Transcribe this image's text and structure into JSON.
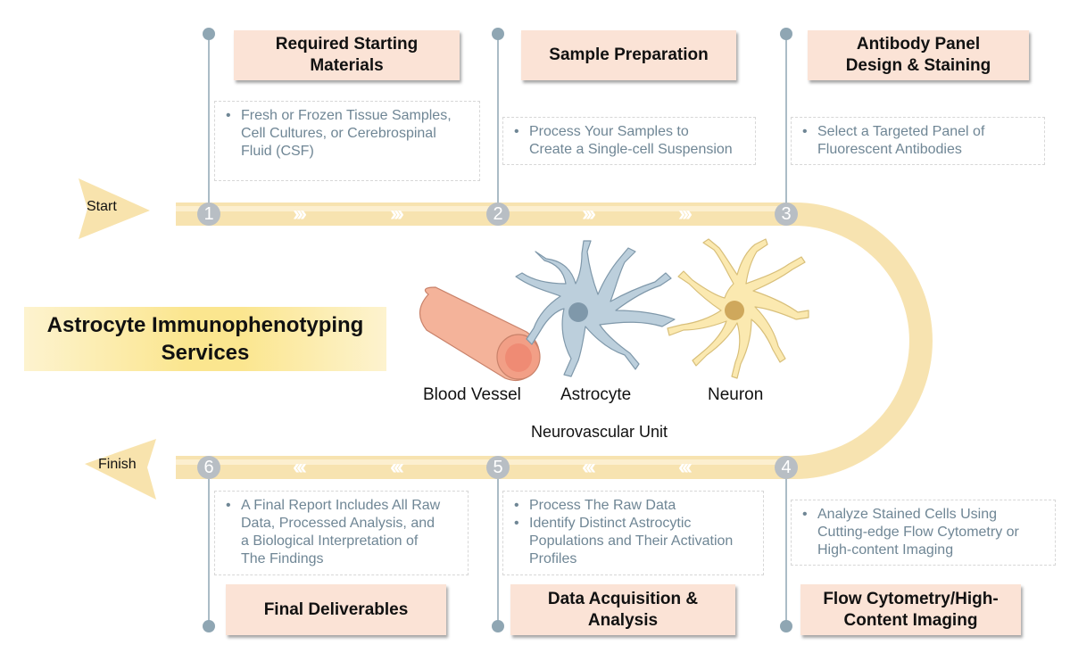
{
  "title": "Astrocyte Immunophenotyping\nServices",
  "start_label": "Start",
  "finish_label": "Finish",
  "steps": [
    {
      "number": "1",
      "title": "Required Starting\nMaterials",
      "items": [
        "Fresh or Frozen Tissue Samples,\nCell Cultures, or Cerebrospinal\nFluid (CSF)"
      ]
    },
    {
      "number": "2",
      "title": "Sample Preparation",
      "items": [
        "Process Your Samples to\nCreate a Single-cell Suspension"
      ]
    },
    {
      "number": "3",
      "title": "Antibody Panel\nDesign & Staining",
      "items": [
        "Select a Targeted Panel of\nFluorescent Antibodies"
      ]
    },
    {
      "number": "4",
      "title": "Flow Cytometry/High-\nContent Imaging",
      "items": [
        "Analyze Stained Cells Using\nCutting-edge Flow Cytometry or\nHigh-content Imaging"
      ]
    },
    {
      "number": "5",
      "title": "Data Acquisition &\nAnalysis",
      "items": [
        "Process The Raw Data",
        "Identify Distinct Astrocytic\nPopulations and Their Activation\nProfiles"
      ]
    },
    {
      "number": "6",
      "title": "Final Deliverables",
      "items": [
        "A Final Report Includes All Raw\nData, Processed Analysis, and\na Biological Interpretation of\nThe Findings"
      ]
    }
  ],
  "cells": {
    "blood_vessel": "Blood Vessel",
    "astrocyte": "Astrocyte",
    "neuron": "Neuron"
  },
  "unit_label": "Neurovascular Unit",
  "chevrons": {
    "forward": "›››",
    "backward": "‹‹‹"
  },
  "colors": {
    "track": "#f7e3b0",
    "title_box": "#fbe3d6",
    "desc_text": "#6f8695",
    "connector": "#8fa6b3",
    "astrocyte": "#bccfdc",
    "neuron": "#fbe9b0",
    "vessel": "#f4b39a"
  }
}
